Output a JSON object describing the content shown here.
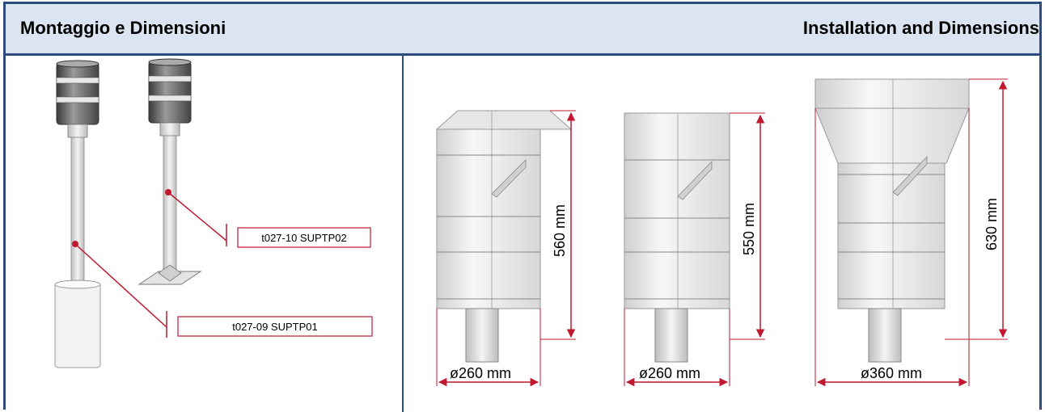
{
  "header": {
    "title_it": "Montaggio e Dimensioni",
    "title_en": "Installation and Dimensions"
  },
  "supports": [
    {
      "label": "t027-10 SUPTP02"
    },
    {
      "label": "t027-09 SUPTP01"
    }
  ],
  "gauges": [
    {
      "height_label": "560 mm",
      "diameter_label": "ø260 mm"
    },
    {
      "height_label": "550 mm",
      "diameter_label": "ø260 mm"
    },
    {
      "height_label": "630 mm",
      "diameter_label": "ø360 mm"
    }
  ],
  "colors": {
    "frame": "#2e4d7e",
    "header_bg": "#dbe5f1",
    "dimension": "#c0182f",
    "metal_light": "#eeeeee",
    "metal_dark": "#555555"
  }
}
